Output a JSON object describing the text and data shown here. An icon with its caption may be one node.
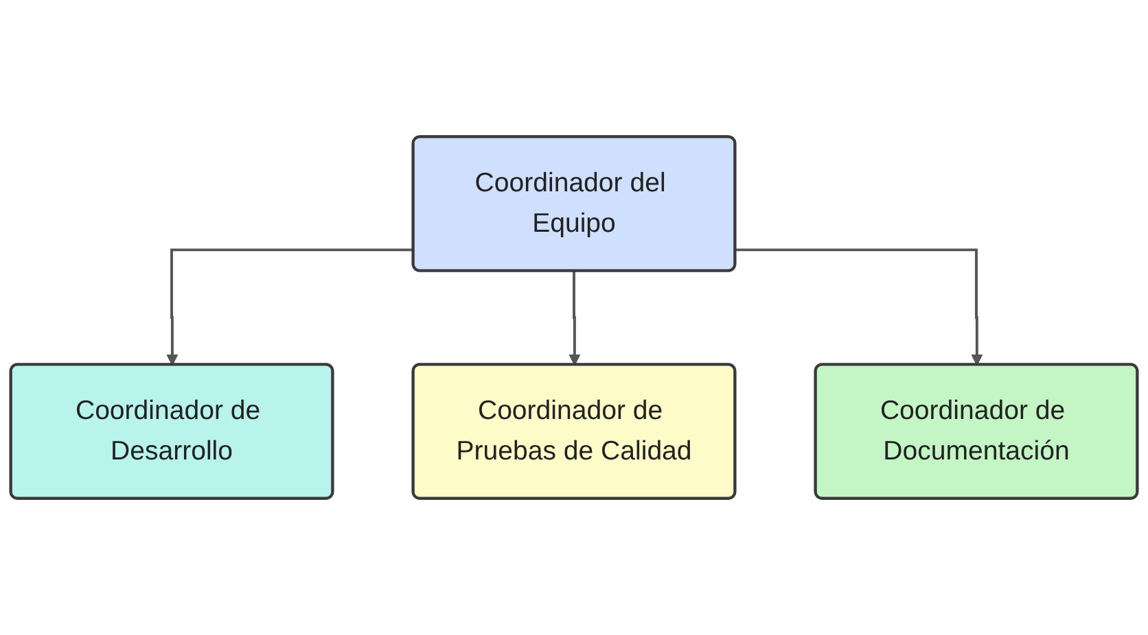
{
  "diagram": {
    "nodes": [
      {
        "text": [
          "Coordinador del Equipo"
        ]
      },
      {
        "text": [
          "Coordinador de Desarrollo"
        ]
      },
      {
        "text": [
          "Coordinador de Pruebas de Calidad"
        ]
      },
      {
        "text": [
          "Coordinador de Documentación"
        ]
      }
    ],
    "edges": [
      {
        "from": 0,
        "to": 1,
        "arrow": "to"
      },
      {
        "from": 0,
        "to": 2,
        "arrow": "to"
      },
      {
        "from": 0,
        "to": 3,
        "arrow": "to"
      }
    ]
  }
}
